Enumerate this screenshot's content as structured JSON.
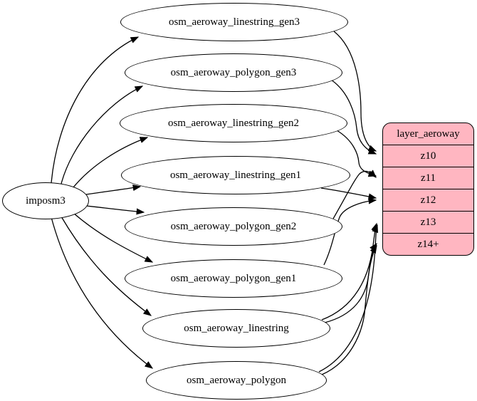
{
  "graph": {
    "source": {
      "id": "imposm3",
      "label": "imposm3"
    },
    "tables": [
      {
        "id": "osm_aeroway_linestring_gen3",
        "label": "osm_aeroway_linestring_gen3"
      },
      {
        "id": "osm_aeroway_polygon_gen3",
        "label": "osm_aeroway_polygon_gen3"
      },
      {
        "id": "osm_aeroway_linestring_gen2",
        "label": "osm_aeroway_linestring_gen2"
      },
      {
        "id": "osm_aeroway_linestring_gen1",
        "label": "osm_aeroway_linestring_gen1"
      },
      {
        "id": "osm_aeroway_polygon_gen2",
        "label": "osm_aeroway_polygon_gen2"
      },
      {
        "id": "osm_aeroway_polygon_gen1",
        "label": "osm_aeroway_polygon_gen1"
      },
      {
        "id": "osm_aeroway_linestring",
        "label": "osm_aeroway_linestring"
      },
      {
        "id": "osm_aeroway_polygon",
        "label": "osm_aeroway_polygon"
      }
    ],
    "layer": {
      "title": "layer_aeroway",
      "zoom_rows": [
        {
          "label": "z10"
        },
        {
          "label": "z11"
        },
        {
          "label": "z12"
        },
        {
          "label": "z13"
        },
        {
          "label": "z14+"
        }
      ],
      "fill_color": "#FFB6C1",
      "border_color": "#000000"
    },
    "edges": [
      {
        "from": "imposm3",
        "to": "osm_aeroway_linestring_gen3"
      },
      {
        "from": "imposm3",
        "to": "osm_aeroway_polygon_gen3"
      },
      {
        "from": "imposm3",
        "to": "osm_aeroway_linestring_gen2"
      },
      {
        "from": "imposm3",
        "to": "osm_aeroway_linestring_gen1"
      },
      {
        "from": "imposm3",
        "to": "osm_aeroway_polygon_gen2"
      },
      {
        "from": "imposm3",
        "to": "osm_aeroway_polygon_gen1"
      },
      {
        "from": "imposm3",
        "to": "osm_aeroway_linestring"
      },
      {
        "from": "imposm3",
        "to": "osm_aeroway_polygon"
      },
      {
        "from": "osm_aeroway_linestring_gen3",
        "to": "z10"
      },
      {
        "from": "osm_aeroway_polygon_gen3",
        "to": "z10"
      },
      {
        "from": "osm_aeroway_linestring_gen2",
        "to": "z11"
      },
      {
        "from": "osm_aeroway_polygon_gen2",
        "to": "z11"
      },
      {
        "from": "osm_aeroway_linestring_gen1",
        "to": "z12"
      },
      {
        "from": "osm_aeroway_polygon_gen1",
        "to": "z12"
      },
      {
        "from": "osm_aeroway_linestring",
        "to": "z13"
      },
      {
        "from": "osm_aeroway_polygon",
        "to": "z13"
      },
      {
        "from": "osm_aeroway_linestring",
        "to": "z14+"
      },
      {
        "from": "osm_aeroway_polygon",
        "to": "z14+"
      }
    ],
    "edge_color": "#000000"
  }
}
